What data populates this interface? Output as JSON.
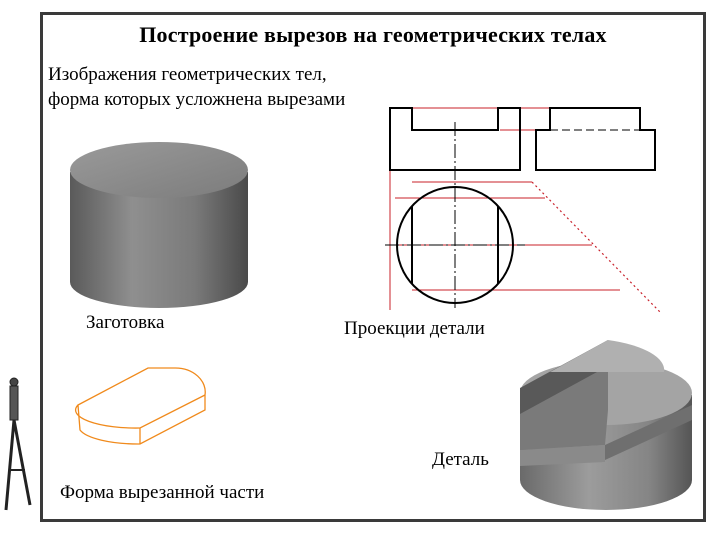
{
  "slide": {
    "title": "Построение вырезов на геометрических телах",
    "subtitle": "Изображения геометрических тел, форма которых усложнена вырезами",
    "labels": {
      "blank": "Заготовка",
      "projections": "Проекции детали",
      "detail": "Деталь",
      "cut_shape": "Форма вырезанной части"
    }
  },
  "colors": {
    "frame": "#3a3a3a",
    "projection_lines": "#000000",
    "construction_lines": "#c8202a",
    "cut_outline": "#f08a1c",
    "solid_fill": "#8c8c8c"
  },
  "icons": [
    "drawing-compass-icon"
  ]
}
